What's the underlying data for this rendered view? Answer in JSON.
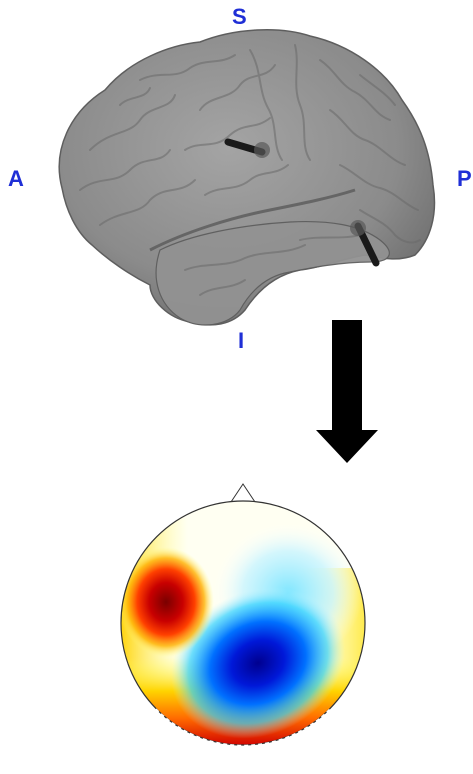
{
  "brain_view": {
    "orientation_labels": {
      "superior": "S",
      "anterior": "A",
      "posterior": "P",
      "inferior": "I"
    },
    "label_color": "#1f2fd6",
    "surface_color": "#8c8c8c",
    "electrode_color": "#1a1a1a"
  },
  "arrow": {
    "icon": "down-arrow-icon",
    "color": "#000000"
  },
  "topomap": {
    "colormap": [
      "#00008f",
      "#0050ff",
      "#00ffff",
      "#ffffff",
      "#ffff00",
      "#ff5000",
      "#800000"
    ]
  }
}
